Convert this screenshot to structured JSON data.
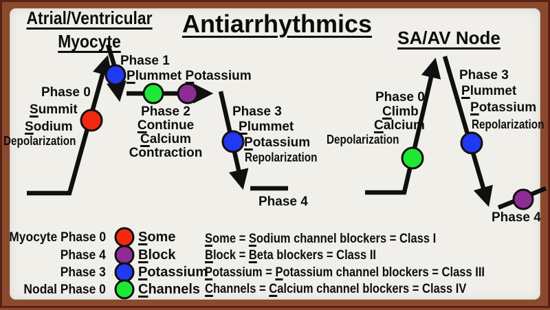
{
  "titles": {
    "left1": "Atrial/Ventricular",
    "left2": "Myocyte",
    "center": "Antiarrhythmics",
    "right": "SA/AV Node"
  },
  "myocyte": {
    "phase0": {
      "label": "Phase 0",
      "lines": [
        "_S_ummit",
        "_S_odium",
        "Depolarization"
      ]
    },
    "phase1": {
      "label": "Phase 1",
      "lines": [
        "_P_lummet _P_otassium"
      ]
    },
    "phase2": {
      "label": "Phase 2",
      "lines": [
        "_C_ontinue",
        "_C_alcium",
        "Contraction"
      ]
    },
    "phase3": {
      "label": "Phase 3",
      "lines": [
        "_P_lummet",
        "_P_otassium",
        "Repolarization"
      ]
    },
    "phase4": {
      "label": "Phase 4"
    }
  },
  "sa_av_node": {
    "phase0": {
      "label": "Phase 0",
      "lines": [
        "_C_limb",
        "_C_alcium",
        "Depolarization"
      ]
    },
    "phase3": {
      "label": "Phase 3",
      "lines": [
        "_P_lummet",
        "_P_otassium",
        "Repolarization"
      ]
    },
    "phase4": {
      "label": "Phase 4"
    }
  },
  "legend": {
    "rows": [
      {
        "label": "Myocyte Phase 0",
        "word": "_S_ome"
      },
      {
        "label": "Phase 4",
        "word": "_B_lock"
      },
      {
        "label": "Phase 3",
        "word": "_P_otassium"
      },
      {
        "label": "Nodal Phase 0",
        "word": "_C_hannels"
      }
    ],
    "equations": [
      "_S_ome = _S_odium channel blockers = Class I",
      "_B_lock = _B_eta blockers = Class II",
      "_P_otassium = _P_otassium channel blockers = Class III",
      "_C_hannels = _C_alcium channel blockers = Class IV"
    ]
  },
  "colors": {
    "sodium_red": "#f3290f",
    "beta_purple": "#8e2c96",
    "potassium_blue": "#2139f0",
    "calcium_green": "#1fe735",
    "line_black": "#101010",
    "paper": "#f1efea",
    "frame_brown": "#8a4a2e"
  }
}
